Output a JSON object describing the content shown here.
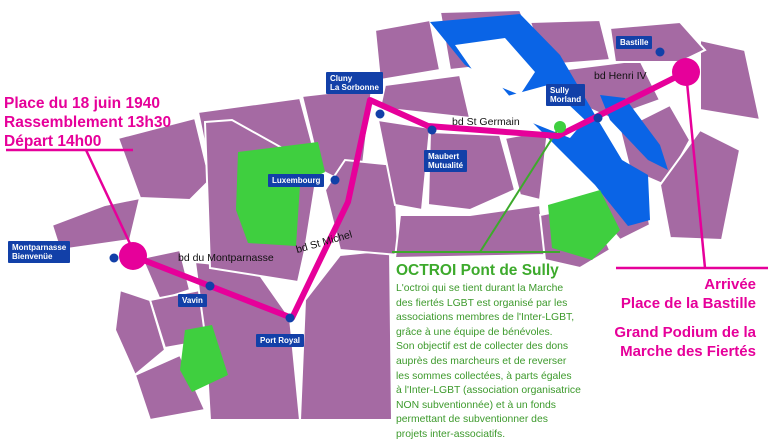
{
  "start": {
    "line1": "Place du 18 juin 1940",
    "line2": "Rassemblement 13h30",
    "line3": "Départ 14h00"
  },
  "arrival": {
    "line1": "Arrivée",
    "line2": "Place de la Bastille",
    "line3": "Grand Podium de la",
    "line4": "Marche des Fiertés"
  },
  "octroi": {
    "title": "OCTROI Pont de Sully",
    "lines": [
      "L'octroi qui se tient durant la Marche",
      "des fiertés LGBT est organisé par les",
      "associations membres de l'Inter-LGBT,",
      "grâce à une équipe de bénévoles.",
      "Son objectif est de collecter des dons",
      "auprès des marcheurs et de reverser",
      "les sommes collectées, à parts égales",
      "à l'Inter-LGBT (association organisatrice",
      "NON subventionnée) et à un fonds",
      "permettant de subventionner des",
      "projets inter-associatifs."
    ]
  },
  "stations": {
    "montparnasse_1": "Montparnasse",
    "montparnasse_2": "Bienvenüe",
    "vavin": "Vavin",
    "port_royal": "Port Royal",
    "luxembourg": "Luxembourg",
    "cluny_1": "Cluny",
    "cluny_2": "La Sorbonne",
    "maubert_1": "Maubert",
    "maubert_2": "Mutualité",
    "sully_1": "Sully",
    "sully_2": "Morland",
    "bastille": "Bastille"
  },
  "streets": {
    "montparnasse": "bd du Montparnasse",
    "st_michel": "bd St Michel",
    "st_germain": "bd St Germain",
    "henri_iv": "bd Henri IV"
  },
  "colors": {
    "route": "#e6009a",
    "blocks": "#a56aa3",
    "water": "#0a64e6",
    "park": "#3fcf3f",
    "station": "#1240a8",
    "octroi": "#3daa2c"
  }
}
